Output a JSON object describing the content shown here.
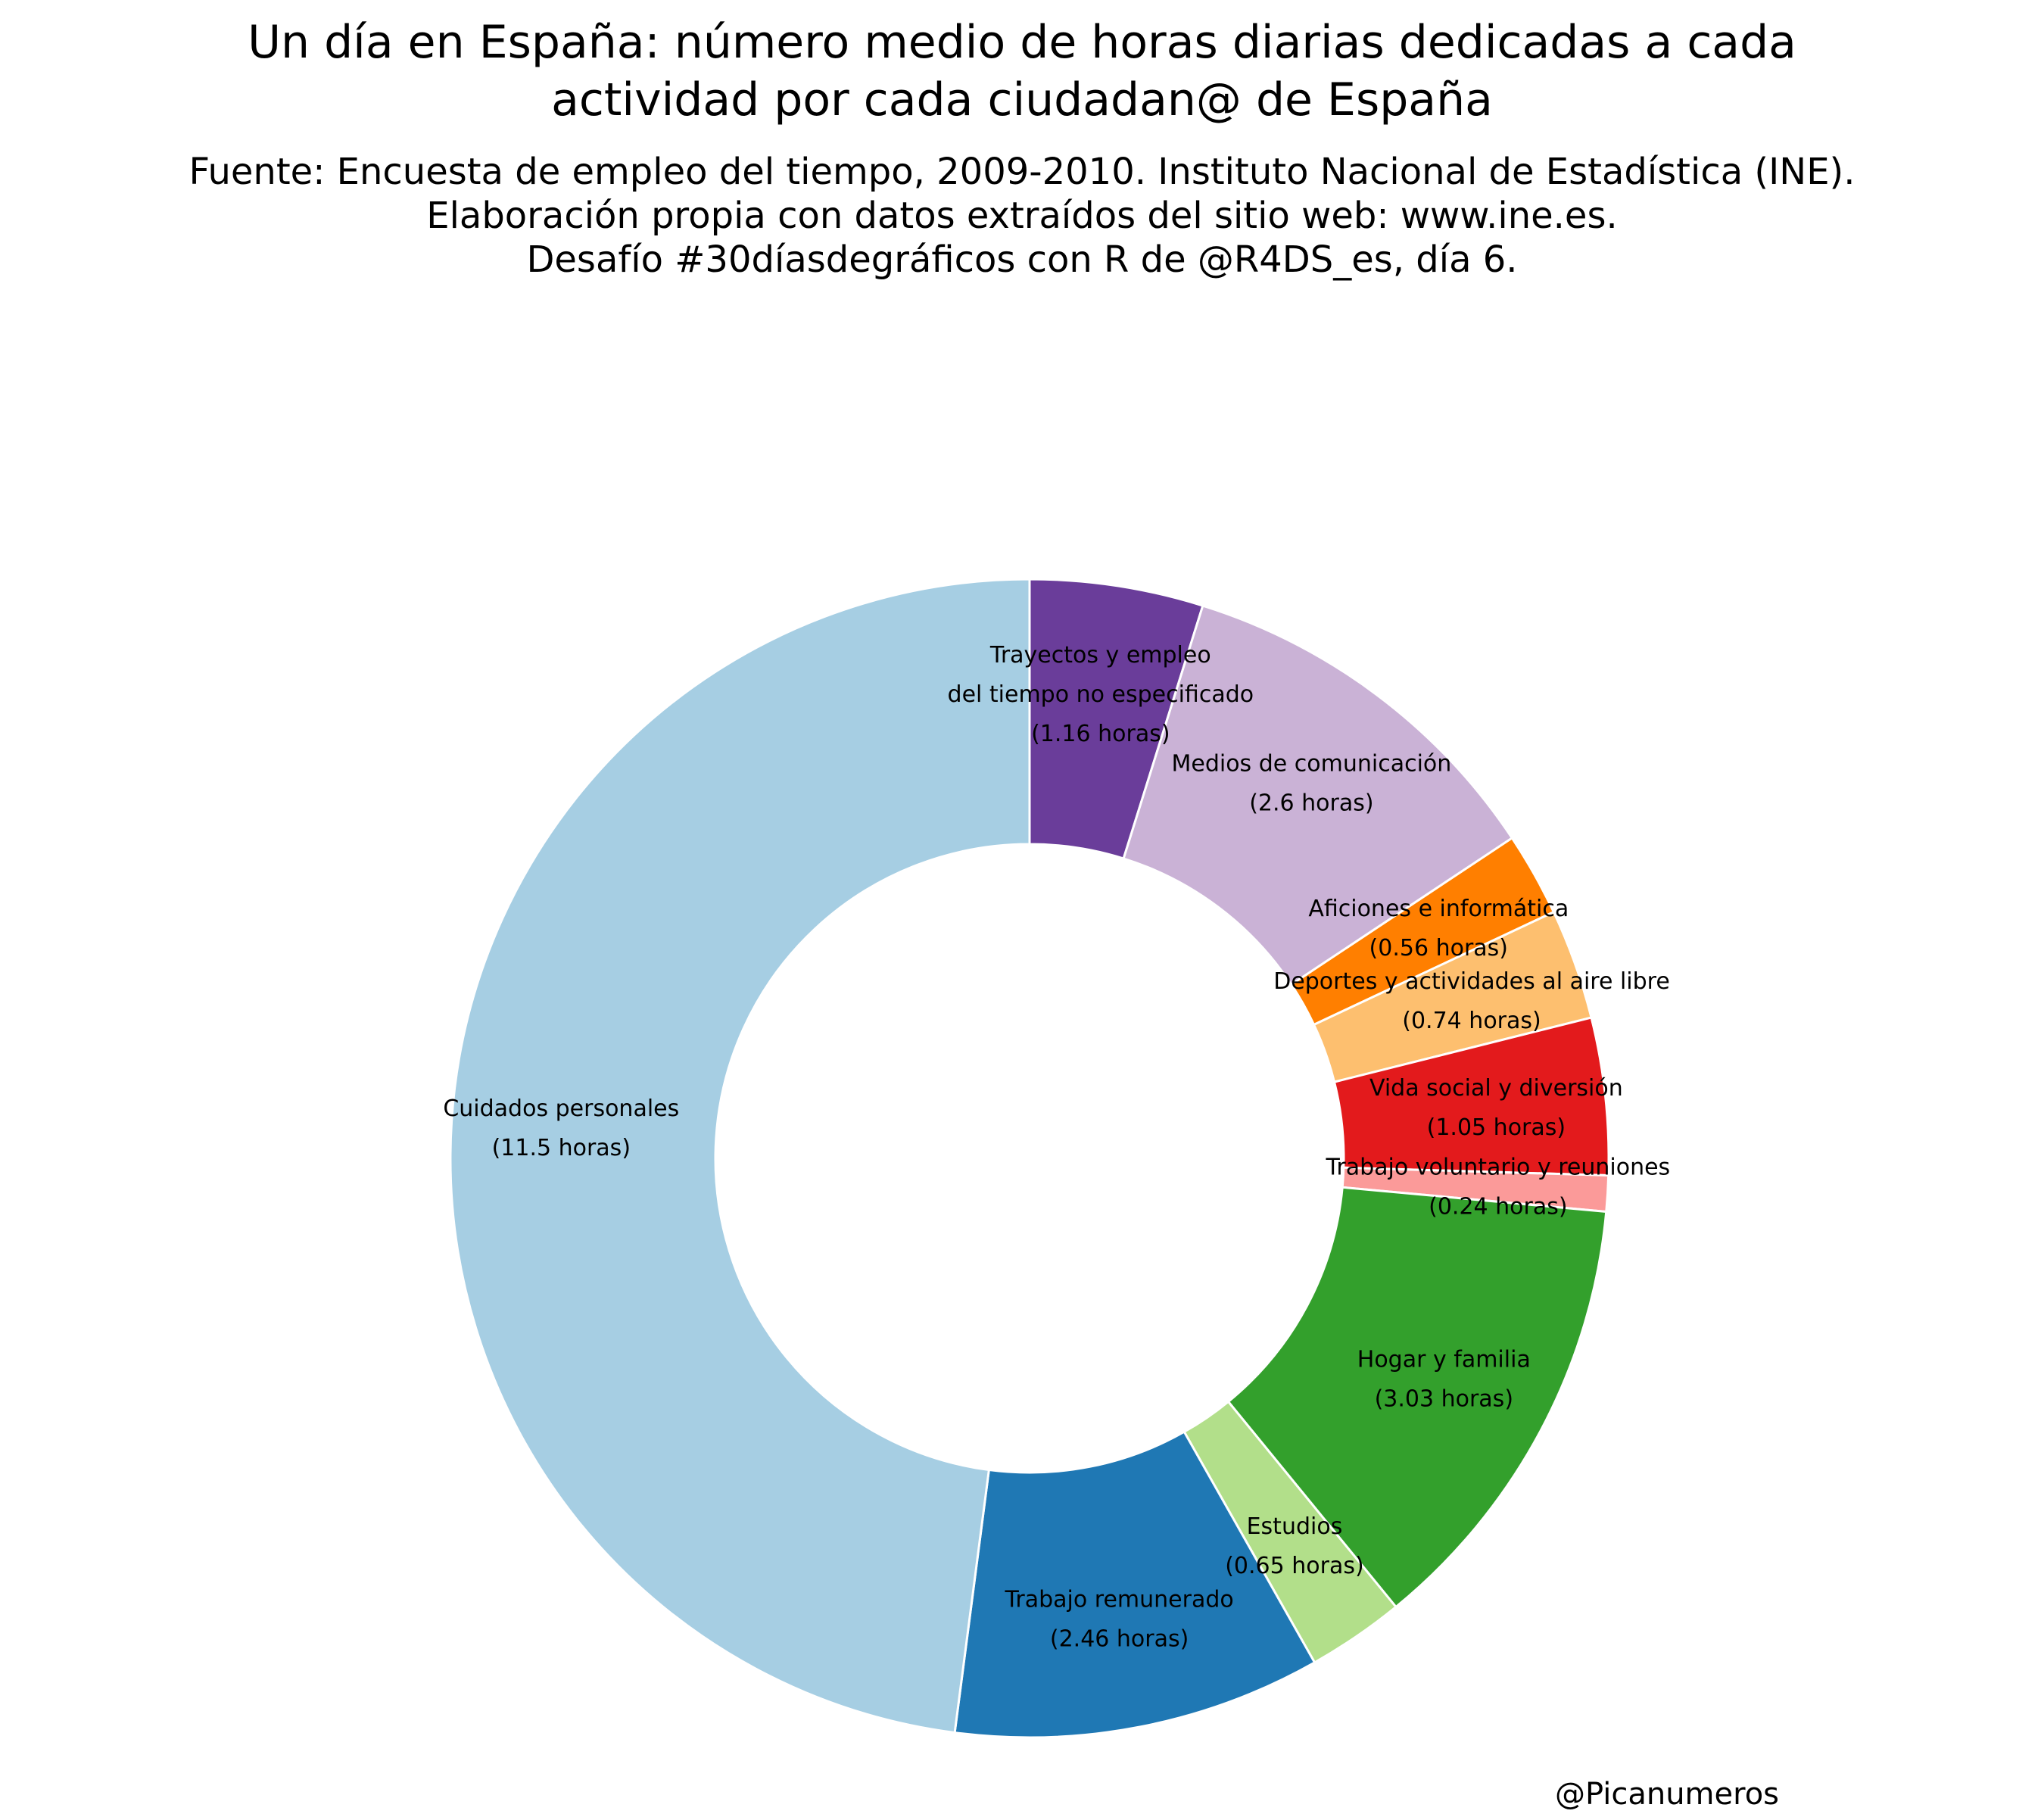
{
  "header": {
    "title_lines": [
      "Un día en España: número medio de horas diarias dedicadas a cada",
      "actividad por cada ciudadan@ de España"
    ],
    "subtitle_lines": [
      "Fuente: Encuesta de empleo del tiempo, 2009-2010. Instituto Nacional de Estadística (INE).",
      "Elaboración propia con datos extraídos del sitio web: www.ine.es.",
      "Desafío #30díasdegráficos con R de @R4DS_es, día 6."
    ]
  },
  "caption": "@Picanumeros",
  "chart_data": {
    "type": "pie",
    "variant": "donut",
    "slices": [
      {
        "label_lines": [
          "Trayectos y empleo",
          "del tiempo no especificado",
          "(1.16 horas)"
        ],
        "value": 1.16,
        "color": "#6a3d9a"
      },
      {
        "label_lines": [
          "Medios de comunicación",
          "(2.6 horas)"
        ],
        "value": 2.6,
        "color": "#cab2d6"
      },
      {
        "label_lines": [
          "Aficiones e informática",
          "(0.56 horas)"
        ],
        "value": 0.56,
        "color": "#ff7f00"
      },
      {
        "label_lines": [
          "Deportes y actividades al aire libre",
          "(0.74 horas)"
        ],
        "value": 0.74,
        "color": "#fdbf6f"
      },
      {
        "label_lines": [
          "Vida social y diversión",
          "(1.05 horas)"
        ],
        "value": 1.05,
        "color": "#e31a1c"
      },
      {
        "label_lines": [
          "Trabajo voluntario y reuniones",
          "(0.24 horas)"
        ],
        "value": 0.24,
        "color": "#fb9a99"
      },
      {
        "label_lines": [
          "Hogar y familia",
          "(3.03 horas)"
        ],
        "value": 3.03,
        "color": "#33a02c"
      },
      {
        "label_lines": [
          "Estudios",
          "(0.65 horas)"
        ],
        "value": 0.65,
        "color": "#b2df8a"
      },
      {
        "label_lines": [
          "Trabajo remunerado",
          "(2.46 horas)"
        ],
        "value": 2.46,
        "color": "#1f78b4"
      },
      {
        "label_lines": [
          "Cuidados personales",
          "(11.5 horas)"
        ],
        "value": 11.5,
        "color": "#a6cee3"
      }
    ],
    "start": "12 o'clock",
    "direction": "clockwise",
    "slice_border_color": "#ffffff"
  }
}
